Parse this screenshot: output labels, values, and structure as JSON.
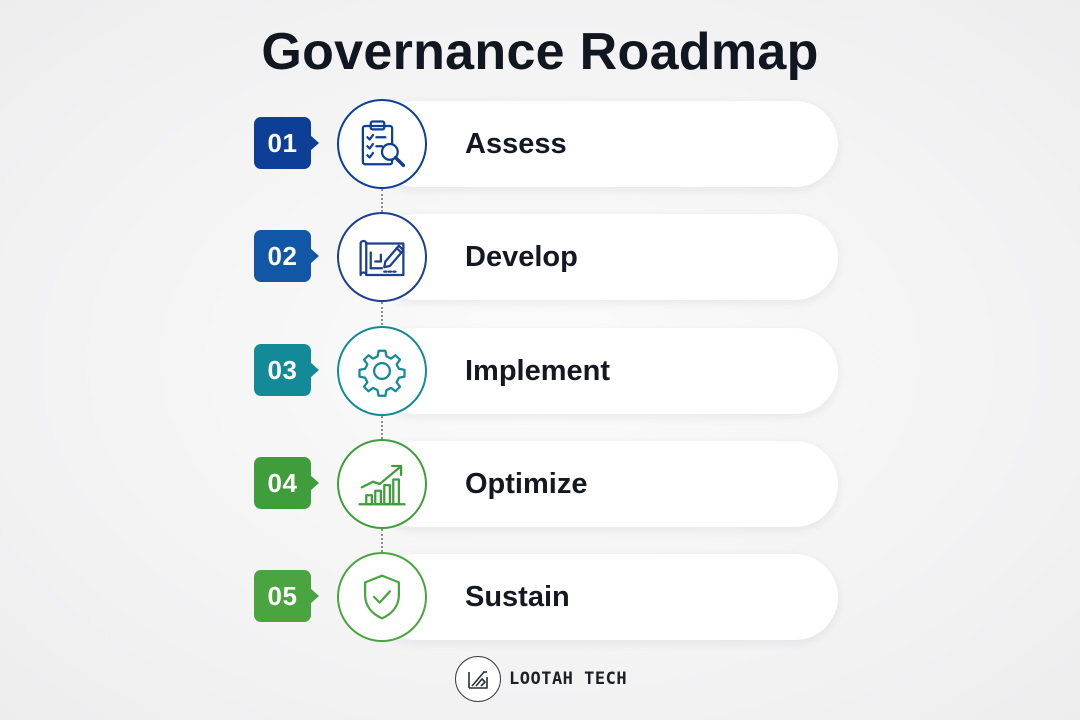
{
  "title": "Governance Roadmap",
  "steps": [
    {
      "number": "01",
      "label": "Assess",
      "icon": "clipboard-search-icon",
      "color": "#0d3f96"
    },
    {
      "number": "02",
      "label": "Develop",
      "icon": "blueprint-pencil-icon",
      "color": "#1257a6"
    },
    {
      "number": "03",
      "label": "Implement",
      "icon": "gear-icon",
      "color": "#138a97"
    },
    {
      "number": "04",
      "label": "Optimize",
      "icon": "growth-chart-icon",
      "color": "#3f9e3b"
    },
    {
      "number": "05",
      "label": "Sustain",
      "icon": "shield-check-icon",
      "color": "#4aa43f"
    }
  ],
  "brand": {
    "name": "LOOTAH TECH",
    "icon": "lootah-tech-logo"
  }
}
